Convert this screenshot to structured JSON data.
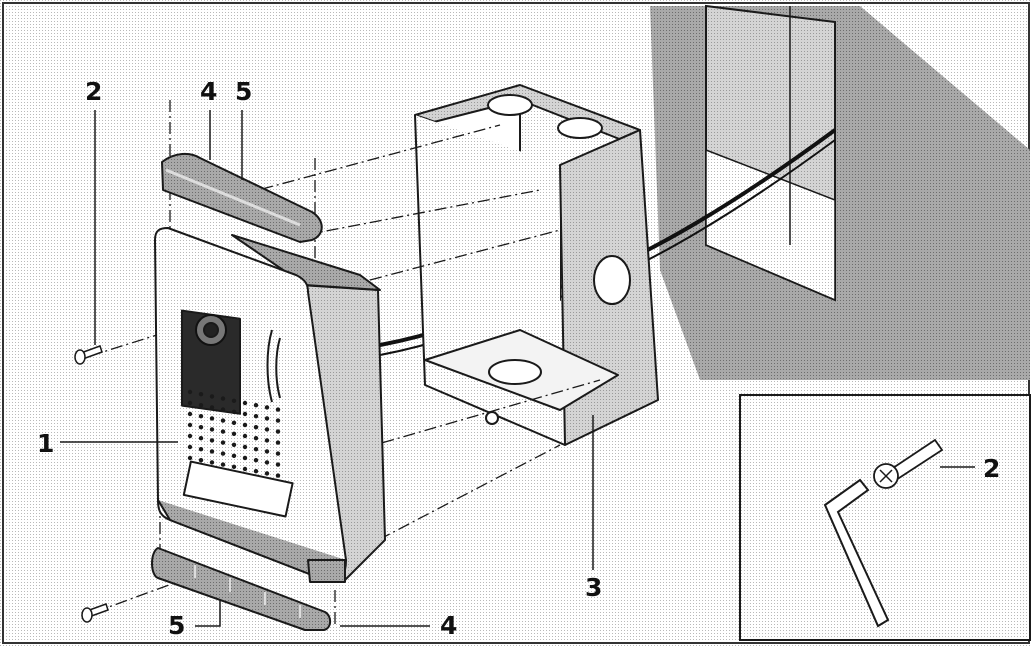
{
  "callouts": {
    "c1": "1",
    "c2_left": "2",
    "c2_inset": "2",
    "c3": "3",
    "c4_top": "4",
    "c4_bottom": "4",
    "c5_top": "5",
    "c5_bottom": "5"
  },
  "colors": {
    "line": "#1a1a1a",
    "wall_shade": "#bdbdbd",
    "surface_light": "#e6e6e6",
    "surface_mid": "#cfcfcf",
    "surface_dark": "#8e8e8e"
  }
}
